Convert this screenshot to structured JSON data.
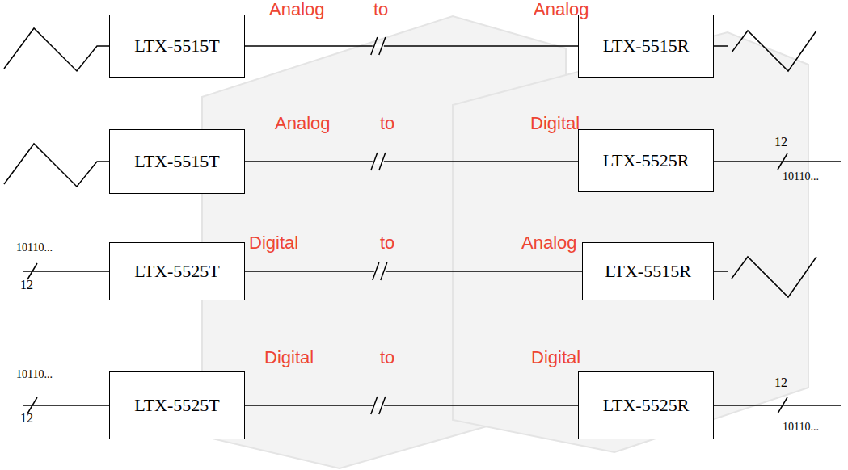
{
  "diagram": {
    "nodes": [
      {
        "text": [
          "LTX-5515T"
        ]
      },
      {
        "text": [
          "LTX-5515R"
        ]
      },
      {
        "text": [
          "LTX-5515T"
        ]
      },
      {
        "text": [
          "LTX-5525R"
        ]
      },
      {
        "text": [
          "LTX-5525T"
        ]
      },
      {
        "text": [
          "LTX-5515R"
        ]
      },
      {
        "text": [
          "LTX-5525T"
        ]
      },
      {
        "text": [
          "LTX-5525R"
        ]
      }
    ],
    "edges": [
      {
        "from": 0,
        "to": 1,
        "arrow": "none"
      },
      {
        "from": 2,
        "to": 3,
        "arrow": "none"
      },
      {
        "from": 4,
        "to": 5,
        "arrow": "none"
      },
      {
        "from": 6,
        "to": 7,
        "arrow": "none"
      }
    ],
    "labels": [
      "Analog",
      "to",
      "Analog",
      "Analog",
      "to",
      "Digital",
      "12",
      "10110...",
      "Digital",
      "to",
      "Analog",
      "10110...",
      "12",
      "Digital",
      "to",
      "Digital",
      "10110...",
      "12",
      "12",
      "10110..."
    ]
  }
}
